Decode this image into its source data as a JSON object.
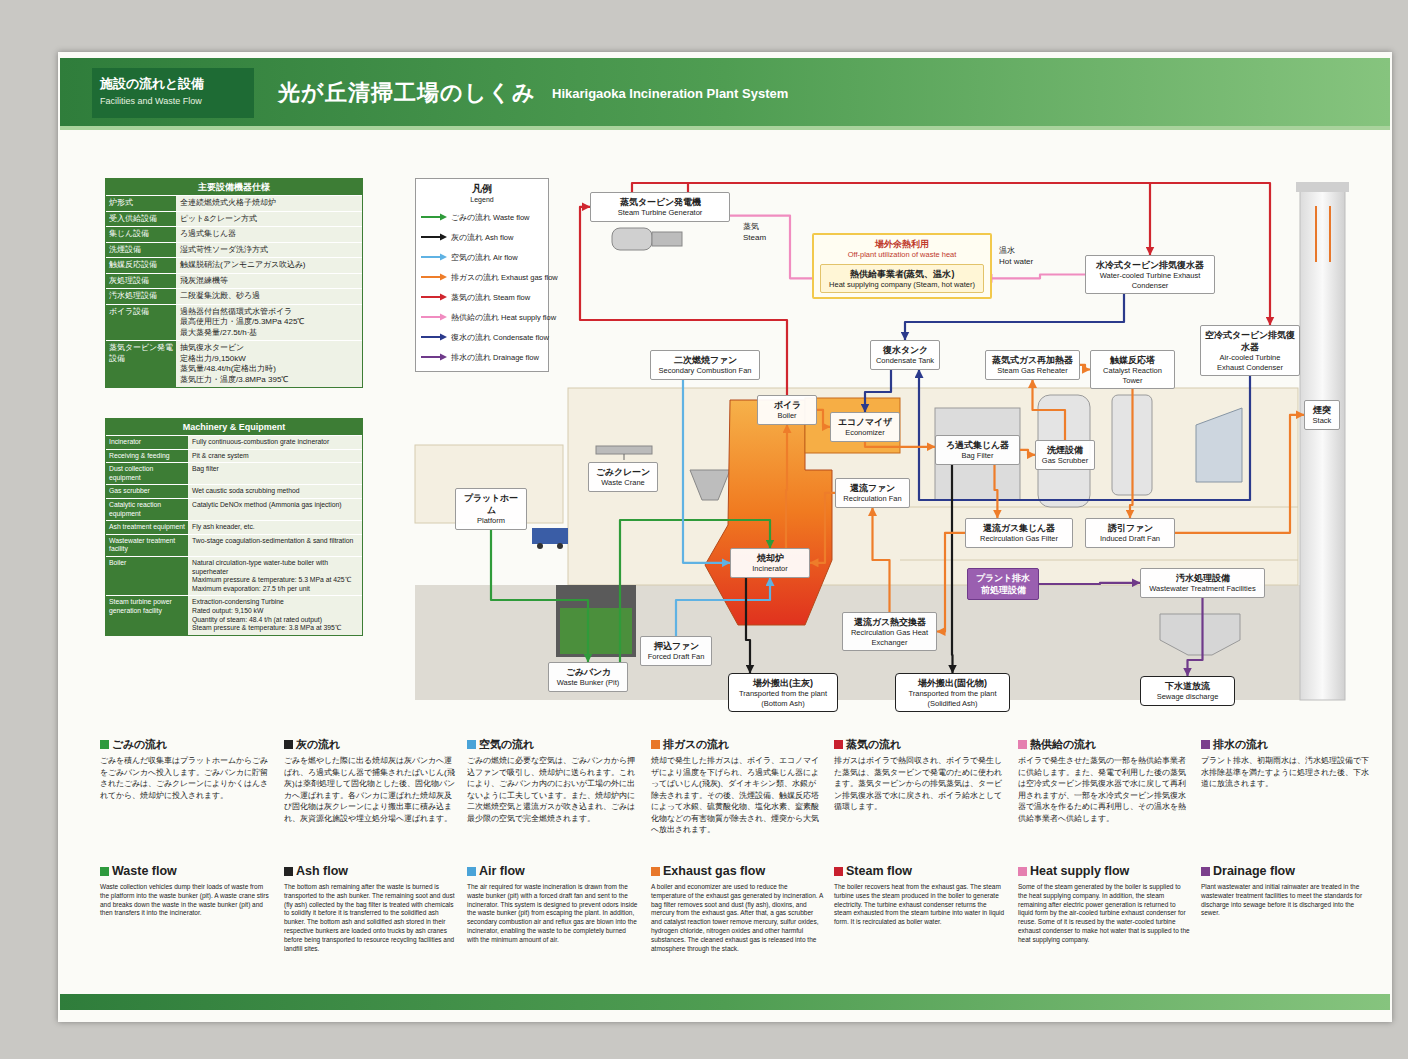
{
  "diagram": {
    "title": "光が丘清掃工場のしくみ",
    "nodes": [
      {
        "text": [
          "蒸気タービン発電機",
          "Steam Turbine Generator"
        ]
      },
      {
        "text": [
          "場外余熱利用",
          "Off-plant utilization of waste heat"
        ]
      },
      {
        "text": [
          "熱供給事業者(蒸気、温水)",
          "Heat supplying company (Steam, hot water)"
        ],
        "in": 1
      },
      {
        "text": [
          "水冷式タービン排気復水器",
          "Water-cooled Turbine Exhaust Condenser"
        ]
      },
      {
        "text": [
          "復水タンク",
          "Condensate Tank"
        ]
      },
      {
        "text": [
          "二次燃焼ファン",
          "Secondary Combustion Fan"
        ]
      },
      {
        "text": [
          "蒸気式ガス再加熱器",
          "Steam Gas Reheater"
        ]
      },
      {
        "text": [
          "触媒反応塔",
          "Catalyst Reaction Tower"
        ]
      },
      {
        "text": [
          "空冷式タービン排気復水器",
          "Air-cooled Turbine Exhaust Condenser"
        ]
      },
      {
        "text": [
          "煙突",
          "Stack"
        ]
      },
      {
        "text": [
          "ごみクレーン",
          "Waste Crane"
        ]
      },
      {
        "text": [
          "プラットホーム",
          "Platform"
        ]
      },
      {
        "text": [
          "ごみバンカ",
          "Waste Bunker (Pit)"
        ]
      },
      {
        "text": [
          "押込ファン",
          "Forced Draft Fan"
        ]
      },
      {
        "text": [
          "焼却炉",
          "Incinerator"
        ]
      },
      {
        "text": [
          "ボイラ",
          "Boiler"
        ]
      },
      {
        "text": [
          "エコノマイザ",
          "Economizer"
        ]
      },
      {
        "text": [
          "還流ファン",
          "Recirculation Fan"
        ]
      },
      {
        "text": [
          "還流ガス熱交換器",
          "Recirculation Gas Heat Exchanger"
        ]
      },
      {
        "text": [
          "ろ過式集じん器",
          "Bag Filter"
        ]
      },
      {
        "text": [
          "洗煙設備",
          "Gas Scrubber"
        ]
      },
      {
        "text": [
          "還流ガス集じん器",
          "Recirculation Gas Filter"
        ]
      },
      {
        "text": [
          "誘引ファン",
          "Induced Draft Fan"
        ]
      },
      {
        "text": [
          "プラント排水前処理設備"
        ]
      },
      {
        "text": [
          "汚水処理設備",
          "Wastewater Treatment Facilities"
        ]
      },
      {
        "text": [
          "場外搬出(主灰)",
          "Transported from the plant (Bottom Ash)"
        ]
      },
      {
        "text": [
          "場外搬出(固化物)",
          "Transported from the plant (Solidified Ash)"
        ]
      },
      {
        "text": [
          "下水道放流",
          "Sewage discharge"
        ]
      }
    ],
    "edges": [
      {
        "from": 15,
        "to": 0,
        "arrow": "to"
      },
      {
        "from": 0,
        "to": 2,
        "arrow": "to"
      },
      {
        "from": 0,
        "to": 3,
        "arrow": "to"
      },
      {
        "from": 0,
        "to": 8,
        "arrow": "to"
      },
      {
        "from": 3,
        "to": 4,
        "arrow": "to"
      },
      {
        "from": 8,
        "to": 4,
        "arrow": "to"
      },
      {
        "from": 4,
        "to": 16,
        "arrow": "to"
      },
      {
        "from": 11,
        "to": 12,
        "arrow": "to"
      },
      {
        "from": 12,
        "to": 14,
        "arrow": "to"
      },
      {
        "from": 13,
        "to": 14,
        "arrow": "to"
      },
      {
        "from": 5,
        "to": 14,
        "arrow": "to"
      },
      {
        "from": 14,
        "to": 15,
        "arrow": "to"
      },
      {
        "from": 15,
        "to": 16,
        "arrow": "to"
      },
      {
        "from": 16,
        "to": 19,
        "arrow": "to"
      },
      {
        "from": 19,
        "to": 20,
        "arrow": "to"
      },
      {
        "from": 20,
        "to": 6,
        "arrow": "to"
      },
      {
        "from": 6,
        "to": 7,
        "arrow": "to"
      },
      {
        "from": 7,
        "to": 22,
        "arrow": "to"
      },
      {
        "from": 22,
        "to": 9,
        "arrow": "to"
      },
      {
        "from": 14,
        "to": 25,
        "arrow": "to"
      },
      {
        "from": 19,
        "to": 26,
        "arrow": "to"
      },
      {
        "from": 23,
        "to": 24,
        "arrow": "to"
      },
      {
        "from": 24,
        "to": 27,
        "arrow": "to"
      },
      {
        "from": 17,
        "to": 14,
        "arrow": "to"
      },
      {
        "from": 21,
        "to": 18,
        "arrow": "to"
      },
      {
        "from": 18,
        "to": 17,
        "arrow": "to"
      },
      {
        "from": 3,
        "to": 2,
        "arrow": "to"
      },
      {
        "from": 19,
        "to": 21,
        "arrow": "to"
      }
    ],
    "labels": [
      "施設の流れと設備",
      "Facilities and Waste Flow",
      "Hikarigaoka Incineration Plant System",
      "主要設備機器仕様",
      "炉形式",
      "全連続燃焼式火格子焼却炉",
      "受入供給設備",
      "ピット&クレーン方式",
      "集じん設備",
      "ろ過式集じん器",
      "洗煙設備",
      "湿式苛性ソーダ洗浄方式",
      "触媒反応設備",
      "触媒脱硝法(アンモニアガス吹込み)",
      "灰処理設備",
      "飛灰混練機等",
      "汚水処理設備",
      "二段凝集沈殿、砂ろ過",
      "ボイラ設備",
      "過熱器付自然循環式水管ボイラ",
      "最高使用圧力・温度/5.3MPa 425℃",
      "最大蒸発量/27.5t/h·基",
      "蒸気タービン発電設備",
      "抽気復水タービン",
      "定格出力/9,150kW",
      "蒸気量/48.4t/h(定格出力時)",
      "蒸気圧力・温度/3.8MPa 395℃",
      "Machinery & Equipment",
      "Incinerator",
      "Fully continuous-combustion grate incinerator",
      "Receiving & feeding",
      "Pit & crane system",
      "Dust collection equipment",
      "Bag filter",
      "Gas scrubber",
      "Wet caustic soda scrubbing method",
      "Catalytic reaction equipment",
      "Catalytic DeNOx method (Ammonia gas injection)",
      "Ash treatment equipment",
      "Fly ash kneader, etc.",
      "Wastewater treatment facility",
      "Two-stage coagulation-sedimentation & sand filtration",
      "Boiler",
      "Natural circulation-type water-tube boiler with superheater",
      "Maximum pressure & temperature: 5.3 MPa at 425℃",
      "Maximum evaporation: 27.5 t/h per unit",
      "Steam turbine power generation facility",
      "Extraction-condensing Turbine",
      "Rated output: 9,150 kW",
      "Quantity of steam: 48.4 t/h (at rated output)",
      "Steam pressure & temperature: 3.8 MPa at 395℃",
      "凡例",
      "Legend",
      "蒸気",
      "Steam",
      "温水",
      "Hot water",
      "ごみの流れ",
      "ごみを積んだ収集車はプラットホームからごみをごみバンカへ投入します。ごみバンカに貯留されたごみは、ごみクレーンによりかくはんされてから、焼却炉に投入されます。",
      "Waste flow",
      "Waste collection vehicles dump their loads of waste from the platform into the waste bunker (pit). A waste crane stirs and breaks down the waste in the waste bunker (pit) and then transfers it into the incinerator.",
      "灰の流れ",
      "ごみを燃やした際に出る焼却灰は灰バンカへ運ばれ、ろ過式集じん器で捕集されたばいじん(飛灰)は薬剤処理して固化物とした後、固化物バンカへ運ばれます。各バンカに運ばれた焼却灰及び固化物は灰クレーンにより搬出車に積み込まれ、灰資源化施設や埋立処分場へ運ばれます。",
      "Ash flow",
      "The bottom ash remaining after the waste is burned is transported to the ash bunker. The remaining soot and dust (fly ash) collected by the bag filter is treated with chemicals to solidify it before it is transferred to the solidified ash bunker. The bottom ash and solidified ash stored in their respective bunkers are loaded onto trucks by ash cranes before being transported to resource recycling facilities and landfill sites.",
      "空気の流れ",
      "ごみの燃焼に必要な空気は、ごみバンカから押込ファンで吸引し、焼却炉に送られます。これにより、ごみバンカ内のにおいが工場の外に出ないように工夫しています。また、焼却炉内に二次燃焼空気と還流ガスが吹き込まれ、ごみは最少限の空気で完全燃焼されます。",
      "Air flow",
      "The air required for waste incineration is drawn from the waste bunker (pit) with a forced draft fan and sent to the incinerator. This system is designed to prevent odors inside the waste bunker (pit) from escaping the plant. In addition, secondary combustion air and reflux gas are blown into the incinerator, enabling the waste to be completely burned with the minimum amount of air.",
      "排ガスの流れ",
      "焼却で発生した排ガスは、ボイラ、エコノマイザにより温度を下げられ、ろ過式集じん器によってばいじん(飛灰)、ダイオキシン類、水銀が除去されます。その後、洗煙設備、触媒反応塔によって水銀、硫黄酸化物、塩化水素、窒素酸化物などの有害物質が除去され、煙突から大気へ放出されます。",
      "Exhaust gas flow",
      "A boiler and economizer are used to reduce the temperature of the exhaust gas generated by incineration. A bag filter removes soot and dust (fly ash), dioxins, and mercury from the exhaust gas. After that, a gas scrubber and catalyst reaction tower remove mercury, sulfur oxides, hydrogen chloride, nitrogen oxides and other harmful substances. The cleaned exhaust gas is released into the atmosphere through the stack.",
      "蒸気の流れ",
      "排ガスはボイラで熱回収され、ボイラで発生した蒸気は、蒸気タービンで発電のために使われます。蒸気タービンからの排気蒸気は、タービン排気復水器で水に戻され、ボイラ給水として循環します。",
      "Steam flow",
      "The boiler recovers heat from the exhaust gas. The steam turbine uses the steam produced in the boiler to generate electricity. The turbine exhaust condenser returns the steam exhausted from the steam turbine into water in liquid form. It is recirculated as boiler water.",
      "熱供給の流れ",
      "ボイラで発生させた蒸気の一部を熱供給事業者に供給します。また、発電で利用した後の蒸気は空冷式タービン排気復水器で水に戻して再利用されますが、一部を水冷式タービン排気復水器で温水を作るために再利用し、その温水を熱供給事業者へ供給します。",
      "Heat supply flow",
      "Some of the steam generated by the boiler is supplied to the heat supplying company. In addition, the steam remaining after electric power generation is returned to liquid form by the air-cooled turbine exhaust condenser for reuse. Some of it is reused by the water-cooled turbine exhaust condenser to make hot water that is supplied to the heat supplying company.",
      "排水の流れ",
      "プラント排水、初期雨水は、汚水処理設備で下水排除基準を満たすように処理された後、下水道に放流されます。",
      "Drainage flow",
      "Plant wastewater and initial rainwater are treated in the wastewater treatment facilities to meet the standards for discharge into sewage before it is discharged into the sewer."
    ],
    "legend": [
      {
        "text": "ごみの流れ Waste flow",
        "color": "#2f9b3a"
      },
      {
        "text": "灰の流れ Ash flow",
        "color": "#1a1a1a"
      },
      {
        "text": "空気の流れ Air flow",
        "color": "#5fb2e3"
      },
      {
        "text": "排ガスの流れ Exhaust gas flow",
        "color": "#ee7d2a"
      },
      {
        "text": "蒸気の流れ Steam flow",
        "color": "#d0262f"
      },
      {
        "text": "熱供給の流れ Heat supply flow",
        "color": "#f08cc0"
      },
      {
        "text": "復水の流れ Condensate flow",
        "color": "#2b3a8c"
      },
      {
        "text": "排水の流れ Drainage flow",
        "color": "#6f3a8a"
      }
    ]
  }
}
